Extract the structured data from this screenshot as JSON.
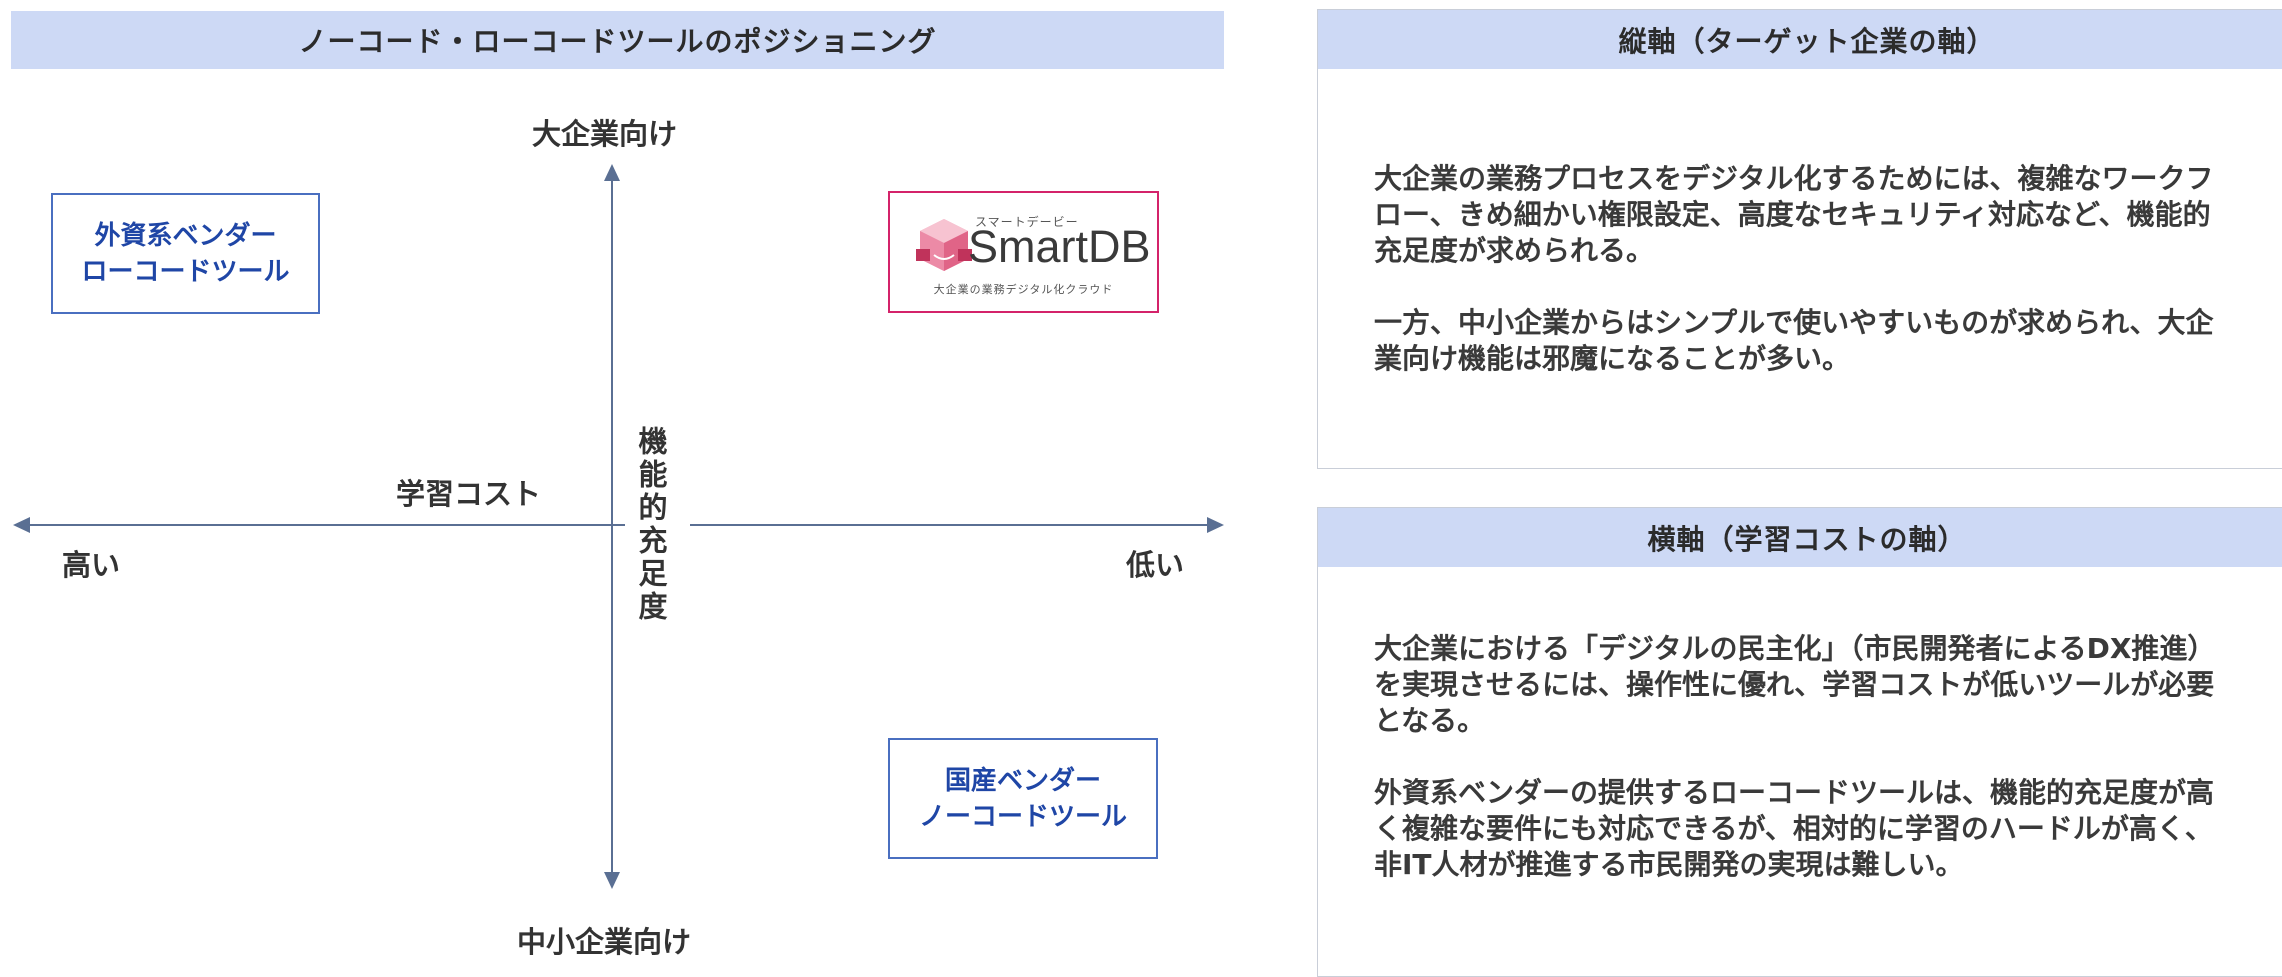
{
  "left": {
    "title": "ノーコード・ローコードツールのポジショニング",
    "axes": {
      "top": "大企業向け",
      "bottom": "中小企業向け",
      "horizontal": "学習コスト",
      "vertical": "機能的充足度",
      "left_end": "高い",
      "right_end": "低い"
    },
    "quadrants": {
      "top_left": {
        "line1": "外資系ベンダー",
        "line2": "ローコードツール"
      },
      "bottom_right": {
        "line1": "国産ベンダー",
        "line2": "ノーコードツール"
      },
      "top_right_logo": {
        "kana": "スマートデービー",
        "wordmark": "SmartDB",
        "tagline": "大企業の業務デジタル化クラウド"
      }
    },
    "colors": {
      "axis": "#5a6f93",
      "box_border": "#4a6fc0",
      "box_text": "#1f46a6",
      "logo_border": "#d4236a",
      "header_bg": "#cdd9f5"
    }
  },
  "right": {
    "vertical_panel": {
      "title": "縦軸（ターゲット企業の軸）",
      "p1": "大企業の業務プロセスをデジタル化するためには、複雑なワークフロー、きめ細かい権限設定、高度なセキュリティ対応など、機能的充足度が求められる。",
      "p2": "一方、中小企業からはシンプルで使いやすいものが求められ、大企業向け機能は邪魔になることが多い。"
    },
    "horizontal_panel": {
      "title": "横軸（学習コストの軸）",
      "p1": "大企業における「デジタルの民主化」（市民開発者によるDX推進）を実現させるには、操作性に優れ、学習コストが低いツールが必要となる。",
      "p2": "外資系ベンダーの提供するローコードツールは、機能的充足度が高く複雑な要件にも対応できるが、相対的に学習のハードルが高く、非IT人材が推進する市民開発の実現は難しい。"
    }
  }
}
